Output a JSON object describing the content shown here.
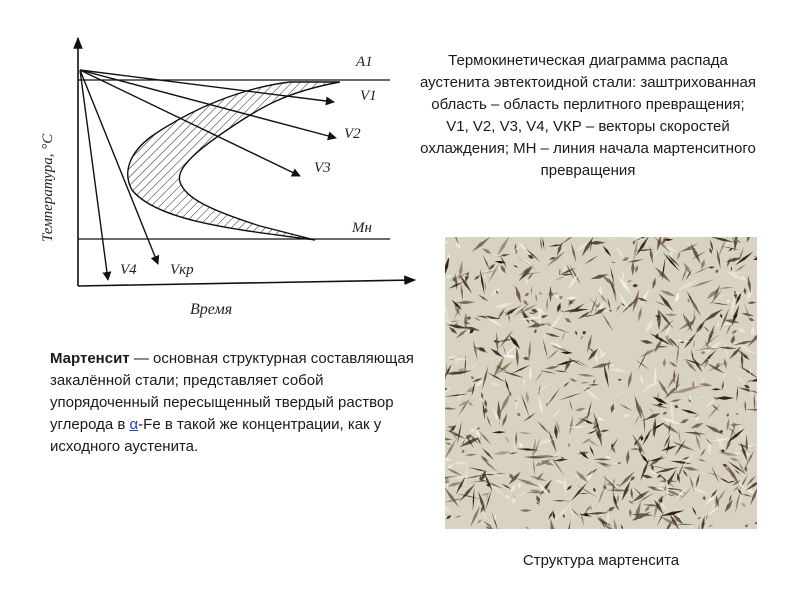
{
  "diagram": {
    "y_axis_label": "Температура, °C",
    "x_axis_label": "Время",
    "line_labels": {
      "a1": "A1",
      "mn": "Mн"
    },
    "vector_labels": {
      "v1": "V1",
      "v2": "V2",
      "v3": "V3",
      "v4": "V4",
      "vkr": "Vкр"
    }
  },
  "caption": {
    "line1": "Термокинетическая диаграмма распада аустенита эвтектоидной стали: заштрихованная область – область перлитного превращения;",
    "line2": "V1, V2, V3, V4, VКР – векторы скоростей охлаждения; МН – линия начала мартенситного превращения"
  },
  "definition": {
    "term": "Мартенсит",
    "text_before": " — основная структурная составляющая закалённой стали; представляет собой упорядоченный пересыщенный твердый раствор углерода в ",
    "alpha": "α",
    "text_after": "-Fe в такой же концентрации, как у исходного аустенита."
  },
  "photo": {
    "caption": "Структура мартенсита"
  },
  "colors": {
    "alpha_link": "#1f3fbf"
  }
}
